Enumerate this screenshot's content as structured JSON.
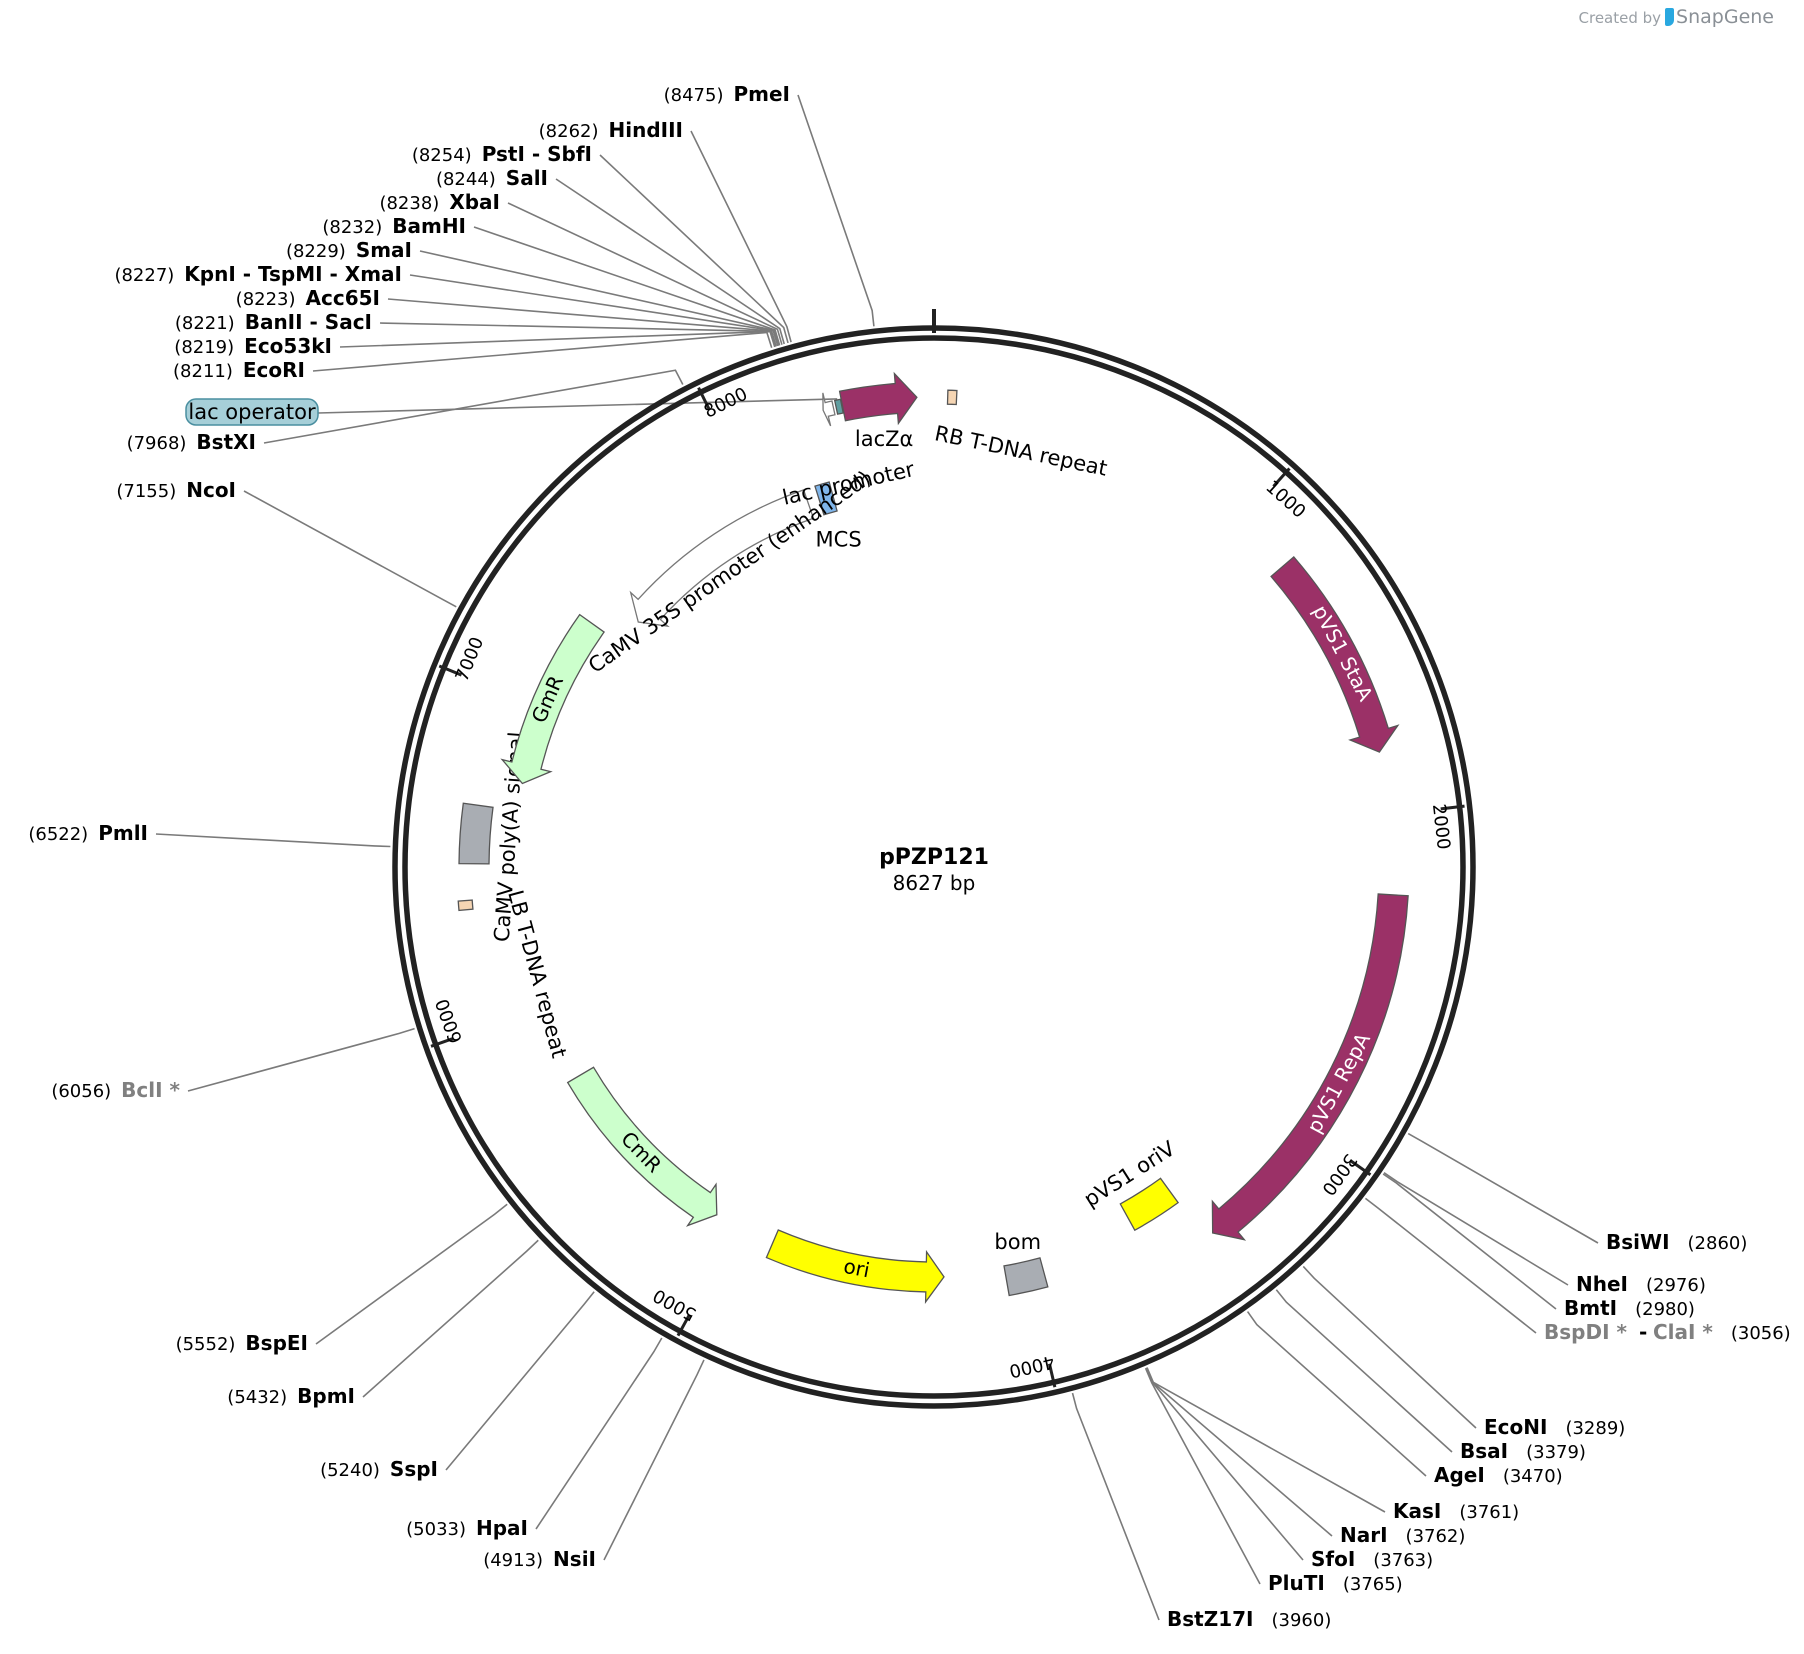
{
  "credit": {
    "prefix": "Created by",
    "brand": "SnapGene",
    "logo_icon": "snapgene-logo-icon"
  },
  "plasmid": {
    "name": "pPZP121",
    "length_label": "8627 bp",
    "length": 8627
  },
  "ticks": [
    {
      "pos": 1000,
      "label": "1000"
    },
    {
      "pos": 2000,
      "label": "2000"
    },
    {
      "pos": 3000,
      "label": "3000"
    },
    {
      "pos": 4000,
      "label": "4000"
    },
    {
      "pos": 5000,
      "label": "5000"
    },
    {
      "pos": 6000,
      "label": "6000"
    },
    {
      "pos": 7000,
      "label": "7000"
    },
    {
      "pos": 8000,
      "label": "8000"
    }
  ],
  "features": [
    {
      "name": "lacZα",
      "label": "lacZα",
      "kind": "arrow",
      "start": 8358,
      "end": 8577,
      "direction": "cw",
      "color": "#9b3167",
      "text_color": "#000000",
      "label_inside": false
    },
    {
      "name": "RB T-DNA repeat",
      "label": "RB T-DNA repeat",
      "kind": "box",
      "start": 40,
      "end": 66,
      "color": "#f5d5b3",
      "text_color": "#000000",
      "label_inside": false
    },
    {
      "name": "MCS",
      "label": "MCS",
      "kind": "box",
      "start": 8211,
      "end": 8262,
      "color": "#7fb5ea",
      "text_color": "#000000",
      "label_inside": false
    },
    {
      "name": "pVS1 StaA",
      "label": "pVS1 StaA",
      "kind": "arrow",
      "start": 1180,
      "end": 1810,
      "direction": "cw",
      "color": "#9b3167",
      "text_color": "#ffffff",
      "label_inside": true
    },
    {
      "name": "pVS1 RepA",
      "label": "pVS1 RepA",
      "kind": "arrow",
      "start": 2240,
      "end": 3420,
      "direction": "cw",
      "color": "#9b3167",
      "text_color": "#ffffff",
      "label_inside": true
    },
    {
      "name": "pVS1 oriV",
      "label": "pVS1 oriV",
      "kind": "box",
      "start": 3450,
      "end": 3620,
      "color": "#ffff00",
      "text_color": "#000000",
      "label_inside": false
    },
    {
      "name": "bom",
      "label": "bom",
      "kind": "box",
      "start": 3950,
      "end": 4075,
      "color": "#a9adb3",
      "text_color": "#000000",
      "label_inside": false
    },
    {
      "name": "ori",
      "label": "ori",
      "kind": "arrow",
      "start": 4280,
      "end": 4870,
      "direction": "ccw",
      "color": "#ffff00",
      "text_color": "#000000",
      "label_inside": true
    },
    {
      "name": "CmR",
      "label": "CmR",
      "kind": "arrow",
      "start": 5080,
      "end": 5740,
      "direction": "ccw",
      "color": "#ccffcc",
      "text_color": "#000000",
      "label_inside": true
    },
    {
      "name": "LB T-DNA repeat",
      "label": "LB T-DNA repeat",
      "kind": "box",
      "start": 6345,
      "end": 6372,
      "color": "#f5d5b3",
      "text_color": "#000000",
      "label_inside": false
    },
    {
      "name": "CaMV poly(A) signal",
      "label": "CaMV poly(A) signal",
      "kind": "box",
      "start": 6480,
      "end": 6655,
      "color": "#a9adb3",
      "text_color": "#000000",
      "label_inside": false
    },
    {
      "name": "GmR",
      "label": "GmR",
      "kind": "arrow",
      "start": 6745,
      "end": 7320,
      "direction": "ccw",
      "color": "#ccffcc",
      "text_color": "#000000",
      "label_inside": true
    },
    {
      "name": "CaMV 35S promoter (enhanced)",
      "label": "CaMV 35S promoter (enhanced)",
      "kind": "arrow",
      "start": 7420,
      "end": 8170,
      "direction": "ccw",
      "color": "#ffffff",
      "text_color": "#000000",
      "label_inside": false
    },
    {
      "name": "lac promoter",
      "label": "lac promoter",
      "kind": "arrow",
      "start": 8300,
      "end": 8331,
      "direction": "ccw",
      "color": "#ffffff",
      "text_color": "#000000",
      "label_inside": false
    },
    {
      "name": "lac operator",
      "label": "lac operator",
      "kind": "box",
      "start": 8339,
      "end": 8356,
      "color": "#5f9ea0",
      "text_color": "#000000",
      "label_inside": false
    }
  ],
  "sites": [
    {
      "name": "PmeI",
      "pos": "8475",
      "grey": false
    },
    {
      "name": "HindIII",
      "pos": "8262",
      "grey": false
    },
    {
      "name": "PstI  - SbfI",
      "pos": "8254",
      "grey": false
    },
    {
      "name": "SalI",
      "pos": "8244",
      "grey": false
    },
    {
      "name": "XbaI",
      "pos": "8238",
      "grey": false
    },
    {
      "name": "BamHI",
      "pos": "8232",
      "grey": false
    },
    {
      "name": "SmaI",
      "pos": "8229",
      "grey": false
    },
    {
      "name": "KpnI  - TspMI  - XmaI",
      "pos": "8227",
      "grey": false
    },
    {
      "name": "Acc65I",
      "pos": "8223",
      "grey": false
    },
    {
      "name": "BanII  - SacI",
      "pos": "8221",
      "grey": false
    },
    {
      "name": "Eco53kI",
      "pos": "8219",
      "grey": false
    },
    {
      "name": "EcoRI",
      "pos": "8211",
      "grey": false
    },
    {
      "name": "lac operator",
      "pos": "",
      "grey": false,
      "feature_tag": true
    },
    {
      "name": "BstXI",
      "pos": "7968",
      "grey": false
    },
    {
      "name": "NcoI",
      "pos": "7155",
      "grey": false
    },
    {
      "name": "PmlI",
      "pos": "6522",
      "grey": false
    },
    {
      "name": "BclI *",
      "pos": "6056",
      "grey": true
    },
    {
      "name": "BspEI",
      "pos": "5552",
      "grey": false
    },
    {
      "name": "BpmI",
      "pos": "5432",
      "grey": false
    },
    {
      "name": "SspI",
      "pos": "5240",
      "grey": false
    },
    {
      "name": "HpaI",
      "pos": "5033",
      "grey": false
    },
    {
      "name": "NsiI",
      "pos": "4913",
      "grey": false
    },
    {
      "name": "BstZ17I",
      "pos": "3960",
      "grey": false
    },
    {
      "name": "PluTI",
      "pos": "3765",
      "grey": false
    },
    {
      "name": "SfoI",
      "pos": "3763",
      "grey": false
    },
    {
      "name": "NarI",
      "pos": "3762",
      "grey": false
    },
    {
      "name": "KasI",
      "pos": "3761",
      "grey": false
    },
    {
      "name": "AgeI",
      "pos": "3470",
      "grey": false
    },
    {
      "name": "BsaI",
      "pos": "3379",
      "grey": false
    },
    {
      "name": "EcoNI",
      "pos": "3289",
      "grey": false
    },
    {
      "name": "BspDI *",
      "pos": "3056",
      "grey": true,
      "extra": "ClaI *"
    },
    {
      "name": "BmtI",
      "pos": "2980",
      "grey": false
    },
    {
      "name": "NheI",
      "pos": "2976",
      "grey": false
    },
    {
      "name": "BsiWI",
      "pos": "2860",
      "grey": false
    }
  ]
}
